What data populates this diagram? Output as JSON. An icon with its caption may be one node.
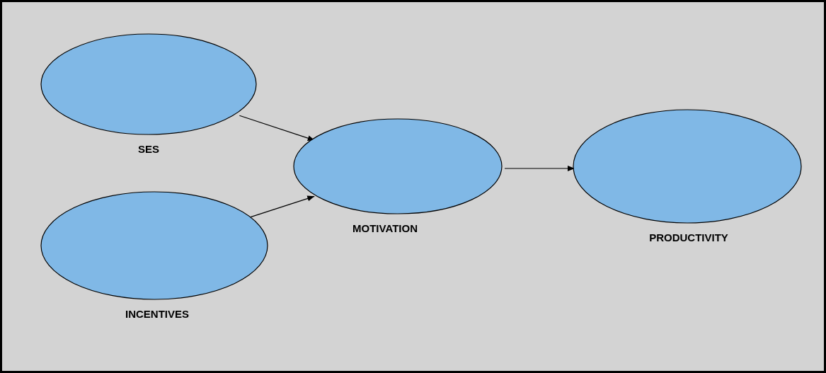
{
  "diagram": {
    "nodes": [
      {
        "text": [
          "SES"
        ]
      },
      {
        "text": [
          "INCENTIVES"
        ]
      },
      {
        "text": [
          "MOTIVATION"
        ]
      },
      {
        "text": [
          "PRODUCTIVITY"
        ]
      }
    ],
    "edges": [
      {
        "from": 0,
        "to": 2,
        "arrow": "to"
      },
      {
        "from": 1,
        "to": 2,
        "arrow": "to"
      },
      {
        "from": 2,
        "to": 3,
        "arrow": "to"
      }
    ]
  }
}
